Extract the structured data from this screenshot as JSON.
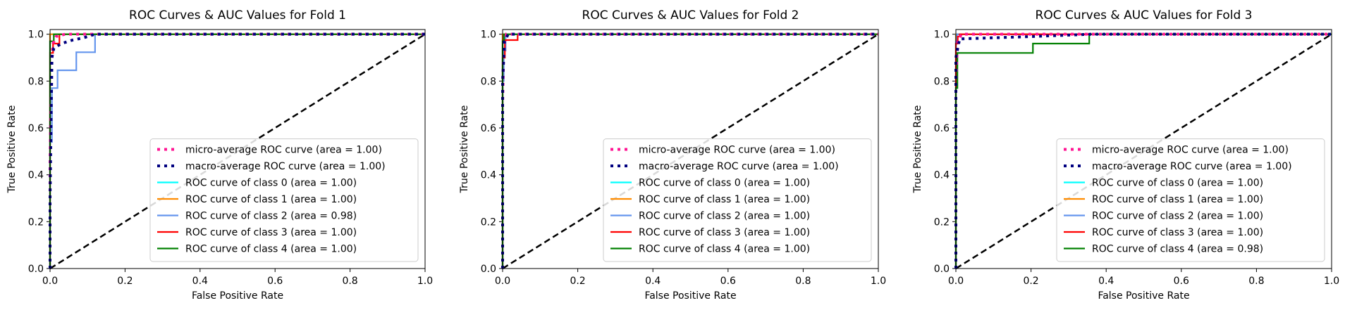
{
  "chart_data": [
    {
      "type": "line",
      "title": "ROC Curves & AUC Values for Fold 1",
      "xlabel": "False Positive Rate",
      "ylabel": "True Positive Rate",
      "xlim": [
        0,
        1
      ],
      "ylim": [
        0,
        1.02
      ],
      "x_ticks": [
        "0.0",
        "0.2",
        "0.4",
        "0.6",
        "0.8",
        "1.0"
      ],
      "y_ticks": [
        "0.0",
        "0.2",
        "0.4",
        "0.6",
        "0.8",
        "1.0"
      ],
      "legend_position": "lower right",
      "series": [
        {
          "name": "micro-average ROC curve (area = 1.00)",
          "color": "#ff1493",
          "style": "dotted",
          "points": [
            [
              0,
              0
            ],
            [
              0,
              0.45
            ],
            [
              0.004,
              0.88
            ],
            [
              0.008,
              0.96
            ],
            [
              0.016,
              0.99
            ],
            [
              0.04,
              1.0
            ],
            [
              1,
              1.0
            ]
          ]
        },
        {
          "name": "macro-average ROC curve (area = 1.00)",
          "color": "#000080",
          "style": "dotted",
          "points": [
            [
              0,
              0
            ],
            [
              0,
              0.3
            ],
            [
              0.005,
              0.9
            ],
            [
              0.01,
              0.94
            ],
            [
              0.03,
              0.96
            ],
            [
              0.06,
              0.975
            ],
            [
              0.09,
              0.985
            ],
            [
              0.12,
              1.0
            ],
            [
              1,
              1.0
            ]
          ]
        },
        {
          "name": "ROC curve of class 0 (area = 1.00)",
          "color": "#00ffff",
          "style": "solid",
          "points": [
            [
              0,
              0
            ],
            [
              0,
              1.0
            ],
            [
              1,
              1.0
            ]
          ]
        },
        {
          "name": "ROC curve of class 1 (area = 1.00)",
          "color": "#ff8c00",
          "style": "solid",
          "points": [
            [
              0,
              0
            ],
            [
              0,
              1.0
            ],
            [
              1,
              1.0
            ]
          ]
        },
        {
          "name": "ROC curve of class 2 (area = 0.98)",
          "color": "#6495ed",
          "style": "solid",
          "points": [
            [
              0,
              0
            ],
            [
              0,
              0.54
            ],
            [
              0.005,
              0.54
            ],
            [
              0.005,
              0.77
            ],
            [
              0.02,
              0.77
            ],
            [
              0.02,
              0.846
            ],
            [
              0.07,
              0.846
            ],
            [
              0.07,
              0.923
            ],
            [
              0.12,
              0.923
            ],
            [
              0.12,
              1.0
            ],
            [
              1,
              1.0
            ]
          ]
        },
        {
          "name": "ROC curve of class 3 (area = 1.00)",
          "color": "#ff0000",
          "style": "solid",
          "points": [
            [
              0,
              0
            ],
            [
              0,
              0.92
            ],
            [
              0.008,
              0.92
            ],
            [
              0.008,
              0.96
            ],
            [
              0.025,
              0.96
            ],
            [
              0.025,
              1.0
            ],
            [
              1,
              1.0
            ]
          ]
        },
        {
          "name": "ROC curve of class 4 (area = 1.00)",
          "color": "#008000",
          "style": "solid",
          "points": [
            [
              0,
              0
            ],
            [
              0,
              0.97
            ],
            [
              0.01,
              0.97
            ],
            [
              0.01,
              1.0
            ],
            [
              1,
              1.0
            ]
          ]
        }
      ]
    },
    {
      "type": "line",
      "title": "ROC Curves & AUC Values for Fold 2",
      "xlabel": "False Positive Rate",
      "ylabel": "True Positive Rate",
      "xlim": [
        0,
        1
      ],
      "ylim": [
        0,
        1.02
      ],
      "x_ticks": [
        "0.0",
        "0.2",
        "0.4",
        "0.6",
        "0.8",
        "1.0"
      ],
      "y_ticks": [
        "0.0",
        "0.2",
        "0.4",
        "0.6",
        "0.8",
        "1.0"
      ],
      "legend_position": "lower right",
      "series": [
        {
          "name": "micro-average ROC curve (area = 1.00)",
          "color": "#ff1493",
          "style": "dotted",
          "points": [
            [
              0,
              0
            ],
            [
              0,
              0.7
            ],
            [
              0.003,
              0.95
            ],
            [
              0.01,
              1.0
            ],
            [
              1,
              1.0
            ]
          ]
        },
        {
          "name": "macro-average ROC curve (area = 1.00)",
          "color": "#000080",
          "style": "dotted",
          "points": [
            [
              0,
              0
            ],
            [
              0,
              0.8
            ],
            [
              0.005,
              0.97
            ],
            [
              0.015,
              1.0
            ],
            [
              1,
              1.0
            ]
          ]
        },
        {
          "name": "ROC curve of class 0 (area = 1.00)",
          "color": "#00ffff",
          "style": "solid",
          "points": [
            [
              0,
              0
            ],
            [
              0,
              1.0
            ],
            [
              1,
              1.0
            ]
          ]
        },
        {
          "name": "ROC curve of class 1 (area = 1.00)",
          "color": "#ff8c00",
          "style": "solid",
          "points": [
            [
              0,
              0
            ],
            [
              0,
              1.0
            ],
            [
              1,
              1.0
            ]
          ]
        },
        {
          "name": "ROC curve of class 2 (area = 1.00)",
          "color": "#6495ed",
          "style": "solid",
          "points": [
            [
              0,
              0
            ],
            [
              0,
              0.8
            ],
            [
              0.003,
              0.8
            ],
            [
              0.003,
              0.93
            ],
            [
              0.008,
              0.93
            ],
            [
              0.008,
              1.0
            ],
            [
              1,
              1.0
            ]
          ]
        },
        {
          "name": "ROC curve of class 3 (area = 1.00)",
          "color": "#ff0000",
          "style": "solid",
          "points": [
            [
              0,
              0
            ],
            [
              0,
              0.9
            ],
            [
              0.006,
              0.9
            ],
            [
              0.006,
              0.975
            ],
            [
              0.04,
              0.975
            ],
            [
              0.04,
              1.0
            ],
            [
              1,
              1.0
            ]
          ]
        },
        {
          "name": "ROC curve of class 4 (area = 1.00)",
          "color": "#008000",
          "style": "solid",
          "points": [
            [
              0,
              0
            ],
            [
              0,
              0.97
            ],
            [
              0.004,
              0.97
            ],
            [
              0.004,
              1.0
            ],
            [
              1,
              1.0
            ]
          ]
        }
      ]
    },
    {
      "type": "line",
      "title": "ROC Curves & AUC Values for Fold 3",
      "xlabel": "False Positive Rate",
      "ylabel": "True Positive Rate",
      "xlim": [
        0,
        1
      ],
      "ylim": [
        0,
        1.02
      ],
      "x_ticks": [
        "0.0",
        "0.2",
        "0.4",
        "0.6",
        "0.8",
        "1.0"
      ],
      "y_ticks": [
        "0.0",
        "0.2",
        "0.4",
        "0.6",
        "0.8",
        "1.0"
      ],
      "legend_position": "lower right",
      "series": [
        {
          "name": "micro-average ROC curve (area = 1.00)",
          "color": "#ff1493",
          "style": "dotted",
          "points": [
            [
              0,
              0
            ],
            [
              0,
              0.8
            ],
            [
              0.004,
              0.97
            ],
            [
              0.015,
              1.0
            ],
            [
              1,
              1.0
            ]
          ]
        },
        {
          "name": "macro-average ROC curve (area = 1.00)",
          "color": "#000080",
          "style": "dotted",
          "points": [
            [
              0,
              0
            ],
            [
              0,
              0.9
            ],
            [
              0.01,
              0.98
            ],
            [
              0.2,
              0.99
            ],
            [
              0.36,
              1.0
            ],
            [
              1,
              1.0
            ]
          ]
        },
        {
          "name": "ROC curve of class 0 (area = 1.00)",
          "color": "#00ffff",
          "style": "solid",
          "points": [
            [
              0,
              0
            ],
            [
              0,
              1.0
            ],
            [
              1,
              1.0
            ]
          ]
        },
        {
          "name": "ROC curve of class 1 (area = 1.00)",
          "color": "#ff8c00",
          "style": "solid",
          "points": [
            [
              0,
              0
            ],
            [
              0,
              1.0
            ],
            [
              1,
              1.0
            ]
          ]
        },
        {
          "name": "ROC curve of class 2 (area = 1.00)",
          "color": "#6495ed",
          "style": "solid",
          "points": [
            [
              0,
              0
            ],
            [
              0,
              0.97
            ],
            [
              0.003,
              0.97
            ],
            [
              0.003,
              1.0
            ],
            [
              1,
              1.0
            ]
          ]
        },
        {
          "name": "ROC curve of class 3 (area = 1.00)",
          "color": "#ff0000",
          "style": "solid",
          "points": [
            [
              0,
              0
            ],
            [
              0,
              0.96
            ],
            [
              0.005,
              0.96
            ],
            [
              0.005,
              0.99
            ],
            [
              0.01,
              0.99
            ],
            [
              0.01,
              1.0
            ],
            [
              1,
              1.0
            ]
          ]
        },
        {
          "name": "ROC curve of class 4 (area = 0.98)",
          "color": "#008000",
          "style": "solid",
          "points": [
            [
              0,
              0
            ],
            [
              0,
              0.77
            ],
            [
              0.004,
              0.77
            ],
            [
              0.004,
              0.92
            ],
            [
              0.205,
              0.92
            ],
            [
              0.205,
              0.96
            ],
            [
              0.355,
              0.96
            ],
            [
              0.355,
              1.0
            ],
            [
              1,
              1.0
            ]
          ]
        }
      ]
    }
  ]
}
